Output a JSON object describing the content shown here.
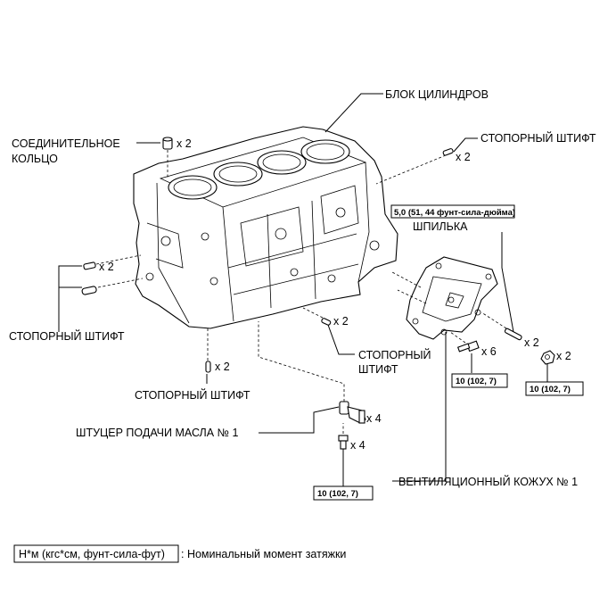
{
  "labels": {
    "block": "БЛОК ЦИЛИНДРОВ",
    "ring_l1": "СОЕДИНИТЕЛЬНОЕ",
    "ring_l2": "КОЛЬЦО",
    "pin_tr": "СТОПОРНЫЙ ШТИФТ",
    "stud": "ШПИЛЬКА",
    "pin_left": "СТОПОРНЫЙ ШТИФТ",
    "pin_mid_l1": "СТОПОРНЫЙ",
    "pin_mid_l2": "ШТИФТ",
    "pin_bottom": "СТОПОРНЫЙ ШТИФТ",
    "oil_union": "ШТУЦЕР ПОДАЧИ МАСЛА № 1",
    "vent_case": "ВЕНТИЛЯЦИОННЫЙ КОЖУХ № 1"
  },
  "quantities": {
    "ring": "x 2",
    "pin_tr": "x 2",
    "pin_left": "x 2",
    "pin_mid": "x 2",
    "pin_bottom": "x 2",
    "union": "x 4",
    "union_bolt": "x 4",
    "vent_bolt": "x 6",
    "stud": "x 2",
    "nut": "x 2"
  },
  "torques": {
    "stud": "5,0 (51, 44 фунт-сила-дюйма)",
    "vent_bolt": "10 (102, 7)",
    "nut": "10 (102, 7)",
    "union_bolt": "10 (102, 7)"
  },
  "legend": {
    "unit": "Н*м (кгс*см, фунт-сила-фут)",
    "text": ": Номинальный момент затяжки"
  }
}
